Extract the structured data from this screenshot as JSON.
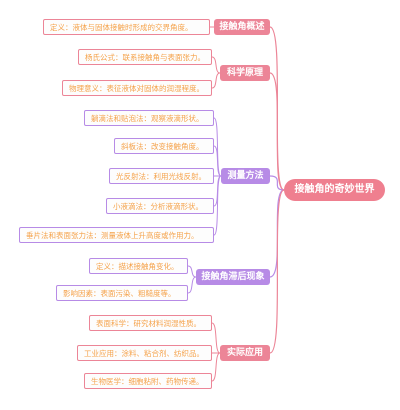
{
  "colors": {
    "root": "#ef7f8f",
    "pink": "#ec8597",
    "purple": "#b78be6",
    "leaf_text": "#f5a24a"
  },
  "root": {
    "label": "接触角的奇妙世界"
  },
  "branches": [
    {
      "label": "接触角概述",
      "leaves": [
        "定义：液体与固体接触时形成的交界角度。"
      ]
    },
    {
      "label": "科学原理",
      "leaves": [
        "杨氏公式：联系接触角与表面张力。",
        "物理意义：表征液体对固体的润湿程度。"
      ]
    },
    {
      "label": "测量方法",
      "leaves": [
        "躺滴法和贴泡法：观察液滴形状。",
        "斜板法：改变接触角度。",
        "光反射法：利用光线反射。",
        "小液滴法：分析液滴形状。",
        "垂片法和表面张力法：测量液体上升高度或作用力。"
      ]
    },
    {
      "label": "接触角滞后现象",
      "leaves": [
        "定义：描述接触角变化。",
        "影响因素：表面污染、粗糙度等。"
      ]
    },
    {
      "label": "实际应用",
      "leaves": [
        "表面科学：研究材料润湿性质。",
        "工业应用：涂料、粘合剂、纺织品。",
        "生物医学：细胞粘附、药物传递。"
      ]
    }
  ]
}
